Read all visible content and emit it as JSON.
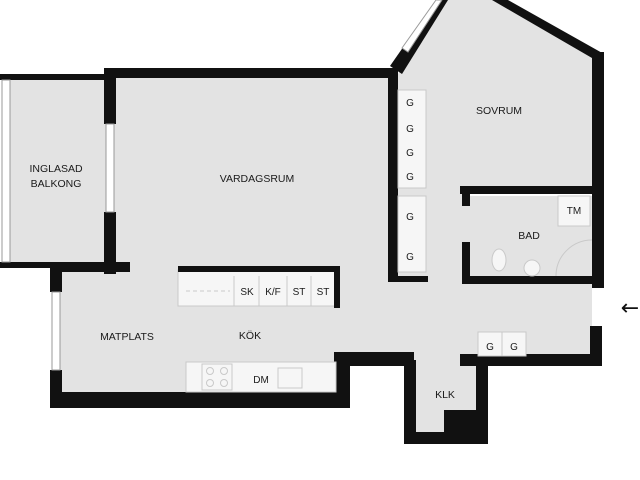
{
  "rooms": {
    "inglasad_balkong_line1": "INGLASAD",
    "inglasad_balkong_line2": "BALKONG",
    "vardagsrum": "VARDAGSRUM",
    "sovrum": "SOVRUM",
    "bad": "BAD",
    "matplats": "MATPLATS",
    "kok": "KÖK",
    "klk": "KLK"
  },
  "fixtures": {
    "garderob_sovrum": [
      "G",
      "G",
      "G",
      "G"
    ],
    "garderob_hall": [
      "G",
      "G"
    ],
    "garderob_entre": [
      "G",
      "G"
    ],
    "tm": "TM",
    "kitchen_top": [
      "SK",
      "K/F",
      "ST",
      "ST"
    ],
    "dm": "DM"
  },
  "entrance_arrow": "←",
  "colors": {
    "floor": "#e3e3e3",
    "wall": "#111111",
    "background": "#ffffff"
  }
}
